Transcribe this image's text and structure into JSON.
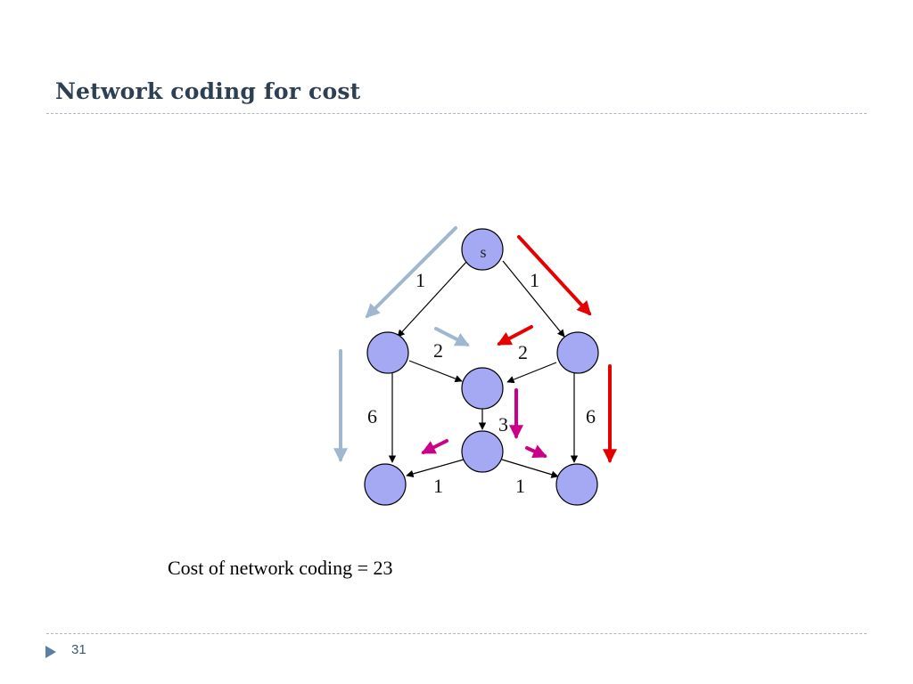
{
  "slide": {
    "title": "Network coding for cost",
    "caption": "Cost of network coding = 23",
    "page_number": "31"
  },
  "diagram": {
    "source_label": "s",
    "edge_weights": {
      "s_to_left": "1",
      "s_to_right": "1",
      "left_to_center": "2",
      "right_to_center": "2",
      "left_to_bottom_left": "6",
      "center_to_lower": "3",
      "right_to_bottom_right": "6",
      "lower_to_bottom_left": "1",
      "lower_to_bottom_right": "1"
    },
    "colors": {
      "node_fill": "#a5a9f3",
      "node_stroke": "#000000",
      "flow_a": "#9fb7cf",
      "flow_b": "#e60000",
      "flow_coded": "#cc0088"
    }
  }
}
